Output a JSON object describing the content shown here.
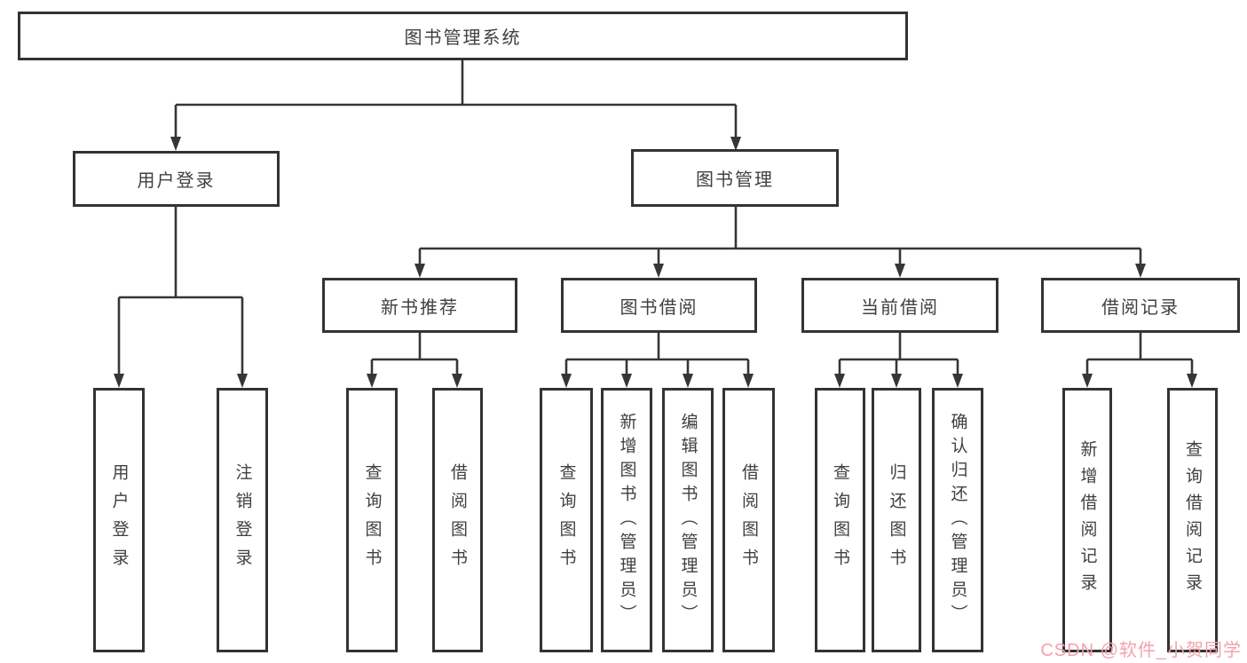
{
  "diagram": {
    "title": "图书管理系统",
    "nodes": {
      "root": {
        "label": "图书管理系统"
      },
      "l2": [
        {
          "label": "用户登录"
        },
        {
          "label": "图书管理"
        }
      ],
      "l3": [
        {
          "label": "新书推荐"
        },
        {
          "label": "图书借阅"
        },
        {
          "label": "当前借阅"
        },
        {
          "label": "借阅记录"
        }
      ],
      "l4": [
        {
          "label": "用户登录"
        },
        {
          "label": "注销登录"
        },
        {
          "label": "查询图书"
        },
        {
          "label": "借阅图书"
        },
        {
          "label": "查询图书"
        },
        {
          "label": "新增图书（管理员）"
        },
        {
          "label": "编辑图书（管理员）"
        },
        {
          "label": "借阅图书"
        },
        {
          "label": "查询图书"
        },
        {
          "label": "归还图书"
        },
        {
          "label": "确认归还（管理员）"
        },
        {
          "label": "新增借阅记录"
        },
        {
          "label": "查询借阅记录"
        }
      ]
    },
    "colors": {
      "line": "#363636",
      "box_border": "#333333",
      "text": "#404040",
      "background": "#ffffff",
      "watermark": "#f2a2ac"
    }
  },
  "watermark": {
    "text": "CSDN @软件_小贺同学"
  }
}
